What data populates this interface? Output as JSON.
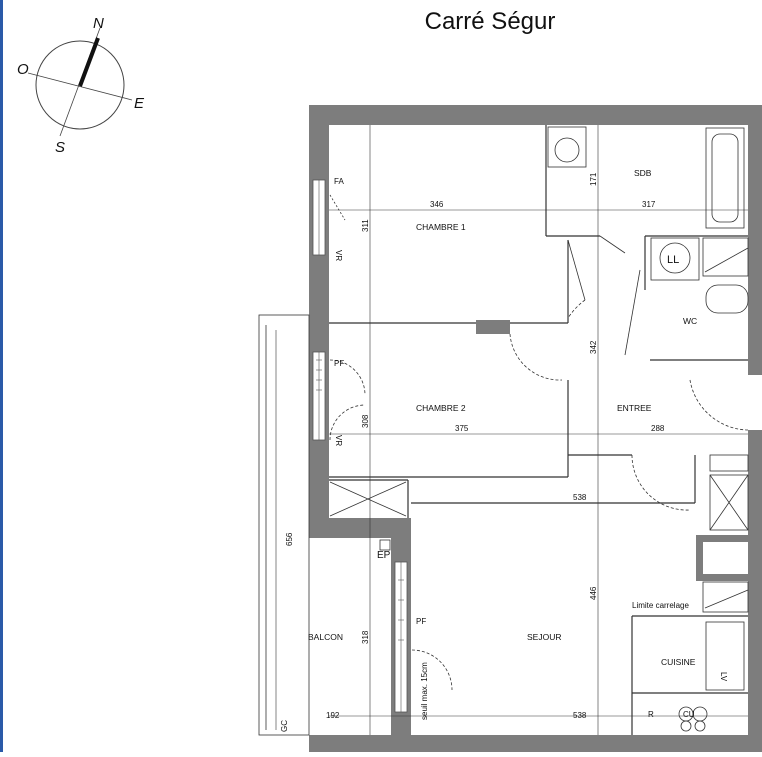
{
  "title": "Carré Ségur",
  "compass": {
    "north": "N",
    "east": "E",
    "south": "S",
    "west": "O"
  },
  "rooms": {
    "chambre1": "CHAMBRE 1",
    "chambre2": "CHAMBRE 2",
    "sdb": "SDB",
    "wc": "WC",
    "entree": "ENTREE",
    "sejour": "SEJOUR",
    "cuisine": "CUISINE",
    "balcon": "BALCON"
  },
  "dimensions": {
    "d346": "346",
    "d317": "317",
    "d311": "311",
    "d171": "171",
    "d342": "342",
    "d375": "375",
    "d288": "288",
    "d308": "308",
    "d538_top": "538",
    "d538_bottom": "538",
    "d446": "446",
    "d656": "656",
    "d318": "318",
    "d192": "192"
  },
  "annotations": {
    "fa": "FA",
    "vr_top": "VR",
    "pf_top": "PF",
    "vr_mid": "VR",
    "pf_sejour": "PF",
    "ep": "EP",
    "ll": "LL",
    "lv": "LV",
    "r": "R",
    "cu": "CU",
    "gc": "GC",
    "limite": "Limite carrelage",
    "seuil": "seuil max. 15cm"
  },
  "colors": {
    "wall": "#7d7d7d",
    "frame": "#2a5aa8"
  }
}
